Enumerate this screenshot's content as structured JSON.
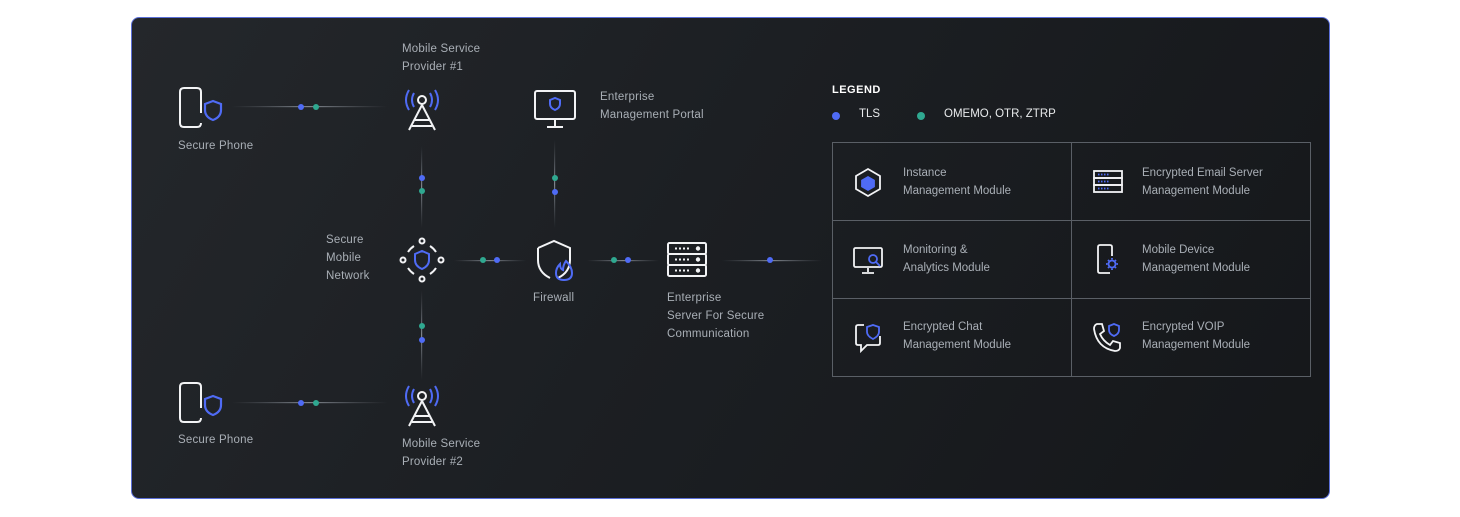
{
  "colors": {
    "tls": "#4f6bf5",
    "omemo": "#2fa890",
    "icon_stroke": "#f2f3f5",
    "icon_accent": "#4f6bf5"
  },
  "nodes": {
    "phone_top": "Secure Phone",
    "phone_bottom": "Secure Phone",
    "provider_1": "Mobile Service\nProvider #1",
    "provider_2": "Mobile Service\nProvider #2",
    "portal": "Enterprise\nManagement Portal",
    "network": "Secure\nMobile\nNetwork",
    "firewall": "Firewall",
    "server": "Enterprise\nServer For Secure\nCommunication"
  },
  "legend": {
    "title": "LEGEND",
    "items": [
      {
        "label": "TLS",
        "color": "#4f6bf5"
      },
      {
        "label": "OMEMO, OTR, ZTRP",
        "color": "#2fa890"
      }
    ]
  },
  "modules": [
    {
      "label": "Instance\nManagement Module",
      "icon": "cube-icon"
    },
    {
      "label": "Encrypted Email Server\nManagement Module",
      "icon": "server-stack-icon"
    },
    {
      "label": "Monitoring &\nAnalytics Module",
      "icon": "monitor-search-icon"
    },
    {
      "label": "Mobile Device\nManagement Module",
      "icon": "phone-gear-icon"
    },
    {
      "label": "Encrypted Chat\nManagement Module",
      "icon": "chat-shield-icon"
    },
    {
      "label": "Encrypted VOIP\nManagement Module",
      "icon": "phone-call-shield-icon"
    }
  ]
}
